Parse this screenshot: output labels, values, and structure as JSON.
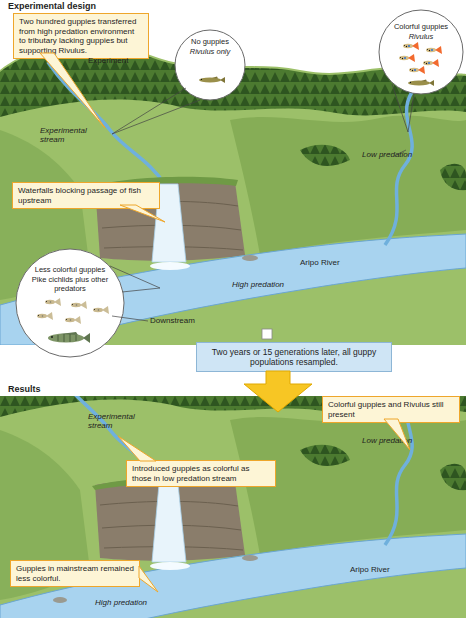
{
  "diagram": {
    "title": "Experimental design",
    "nodes": [
      {
        "text": [
          "Two hundred guppies transferred from high predation environment to tributary lacking guppies but supporting Rivulus."
        ]
      },
      {
        "text": [
          "No guppies",
          "Rivulus only"
        ]
      },
      {
        "text": [
          "Colorful guppies",
          "Rivulus"
        ]
      },
      {
        "text": [
          "Waterfalls blocking passage of fish upstream"
        ]
      },
      {
        "text": [
          "Less colorful guppies",
          "Pike cichlids plus other predators"
        ]
      },
      {
        "text": [
          "Two years or 15 generations later, all guppy populations resampled."
        ]
      },
      {
        "text": [
          "Colorful guppies and Rivulus still present"
        ]
      },
      {
        "text": [
          "Introduced guppies as colorful as those in low predation stream"
        ]
      },
      {
        "text": [
          "Guppies in mainstream remained less colorful."
        ]
      }
    ],
    "labels": [
      "Experiment",
      "Experimental stream",
      "Low predation",
      "Aripo River",
      "High predation",
      "Downstream",
      "Results",
      "Experimental stream",
      "Low predation",
      "Aripo River",
      "High predation"
    ]
  }
}
